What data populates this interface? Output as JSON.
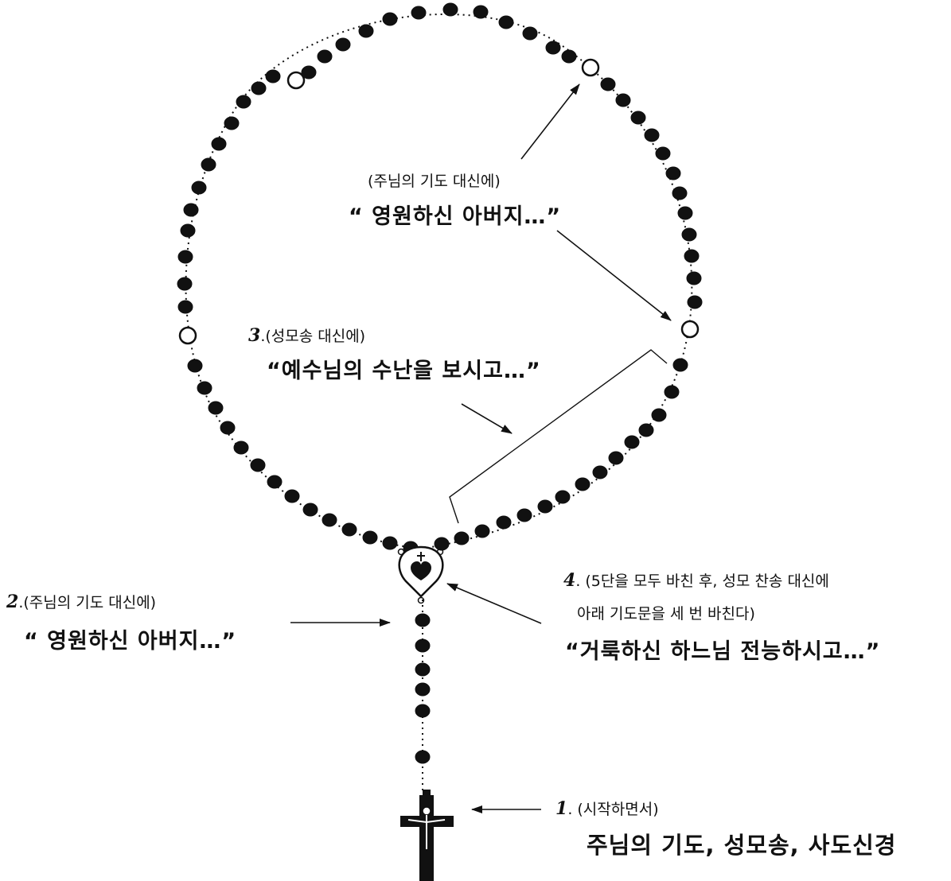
{
  "colors": {
    "ink": "#111111",
    "background": "#ffffff"
  },
  "icons": {
    "medal": "heart-cross-medal-icon",
    "crucifix": "crucifix-icon"
  },
  "beads": {
    "large_bead_fill": "#ffffff",
    "small_bead_fill": "#111111"
  },
  "annotations": {
    "top": {
      "small": "(주님의 기도 대신에)",
      "quote": "“ 영원하신 아버지…”"
    },
    "step3": {
      "number": "3",
      "small": ".(성모송 대신에)",
      "quote": "“예수님의 수난을 보시고…”"
    },
    "step2": {
      "number": "2",
      "small": ".(주님의 기도 대신에)",
      "quote": "“ 영원하신 아버지…”"
    },
    "step4": {
      "number": "4",
      "small_line1": ". (5단을 모두 바친 후, 성모 찬송 대신에",
      "small_line2": "아래 기도문을 세 번 바친다)",
      "quote": "“거룩하신 하느님 전능하시고…”"
    },
    "step1": {
      "number": "1",
      "small": ". (시작하면서)",
      "quote": "주님의 기도, 성모송, 사도신경"
    }
  }
}
